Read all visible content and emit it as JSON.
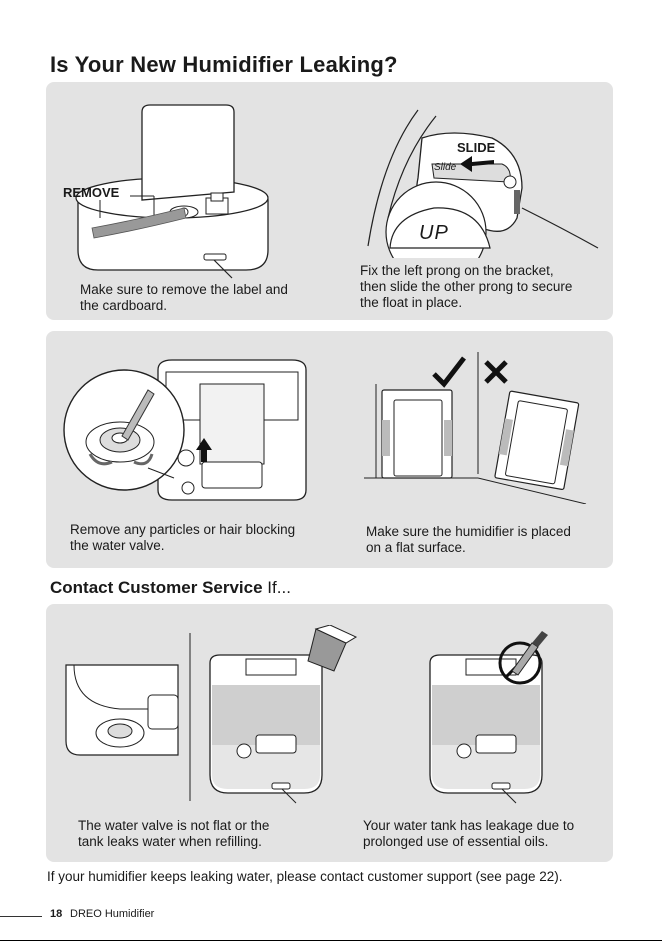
{
  "page": {
    "title": "Is Your New Humidifier Leaking?",
    "contact_heading_bold": "Contact Customer Service",
    "contact_heading_rest": " If...",
    "footnote_text": "If your humidifier keeps leaking water, please contact customer support ",
    "footnote_ref": "(see page 22).",
    "page_number": "18",
    "brand": "DREO Humidifier"
  },
  "panel1": {
    "remove_label": "REMOVE",
    "left_caption_line1": "Make sure to remove the label and",
    "left_caption_line2": "the cardboard.",
    "slide_big": "SLIDE",
    "slide_small": "Slide",
    "up_label": "UP",
    "right_caption_line1": "Fix the left prong on the bracket,",
    "right_caption_line2": "then slide the other prong to secure",
    "right_caption_line3": "the float in place."
  },
  "panel2": {
    "left_caption_line1": "Remove any particles or hair blocking",
    "left_caption_line2": "the water valve.",
    "right_caption_line1": "Make sure the humidifier is placed",
    "right_caption_line2": "on a flat surface."
  },
  "panel3": {
    "left_caption_line1": "The water valve is not flat or the",
    "left_caption_line2": "tank leaks water when refilling.",
    "right_caption_line1": "Your water tank has leakage due to",
    "right_caption_line2": "prolonged use of essential oils."
  },
  "colors": {
    "panel_bg": "#e3e3e3",
    "text": "#1a1a1a"
  }
}
